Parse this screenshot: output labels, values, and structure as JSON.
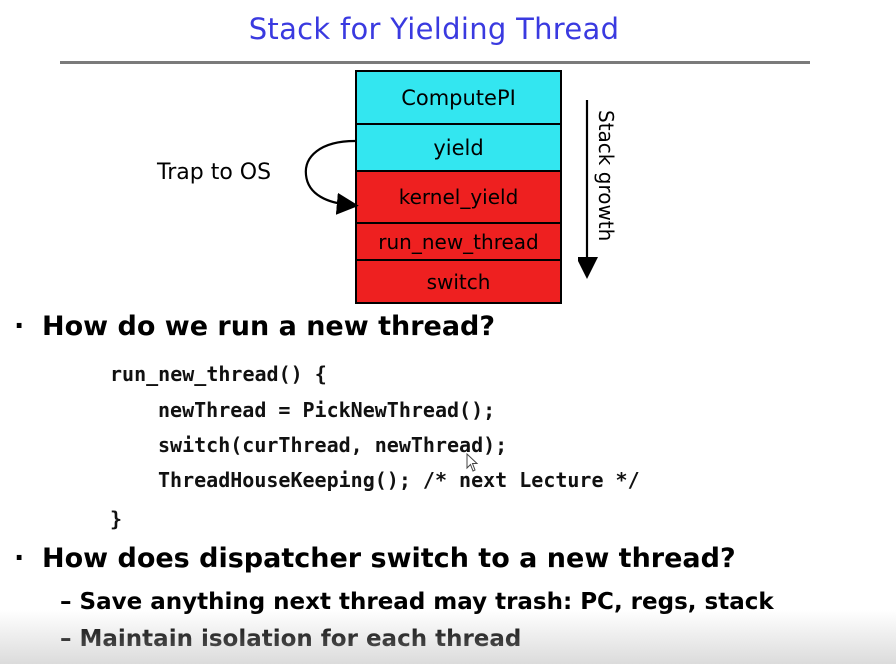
{
  "title": "Stack for Yielding Thread",
  "stack": {
    "frames": [
      {
        "label": "ComputePI",
        "kind": "user"
      },
      {
        "label": "yield",
        "kind": "user"
      },
      {
        "label": "kernel_yield",
        "kind": "kernel"
      },
      {
        "label": "run_new_thread",
        "kind": "kernel"
      },
      {
        "label": "switch",
        "kind": "kernel"
      }
    ],
    "trap_label": "Trap to OS",
    "growth_label": "Stack growth"
  },
  "bullets": {
    "b1": "How do we run a new thread?",
    "b2": "How does dispatcher switch to a new thread?"
  },
  "code": [
    "run_new_thread() {",
    "newThread = PickNewThread();",
    "switch(curThread, newThread);",
    "ThreadHouseKeeping(); /* next Lecture */",
    "}"
  ],
  "subbullets": [
    "Save anything next thread may trash: PC, regs, stack",
    "Maintain isolation for each thread"
  ],
  "colors": {
    "title": "#3a3ae0",
    "user_frame": "#33e6f0",
    "kernel_frame": "#ee2020"
  }
}
